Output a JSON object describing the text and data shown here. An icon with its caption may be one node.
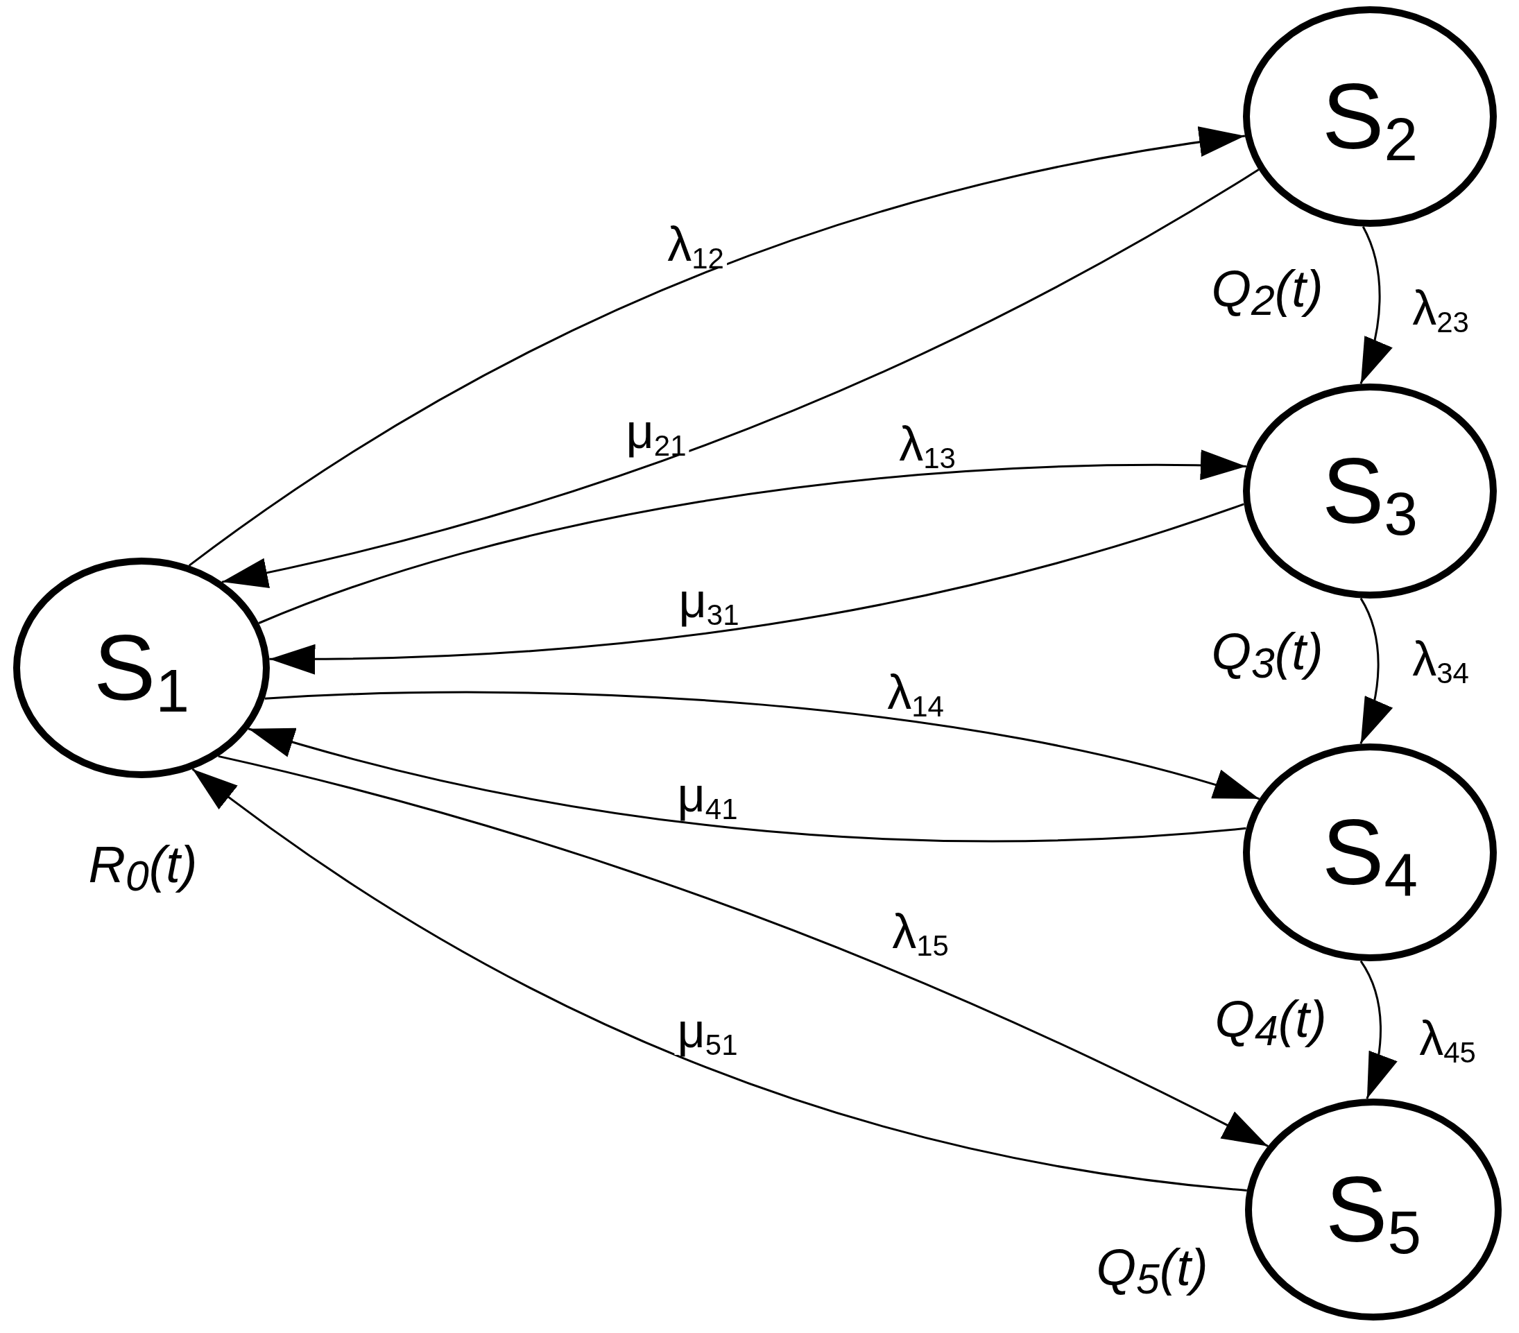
{
  "diagram": {
    "nodes": [
      {
        "text": [
          "S$_{1}$"
        ],
        "beside": [
          "R$_{0}$(t)"
        ]
      },
      {
        "text": [
          "S$_{2}$"
        ],
        "beside": [
          "Q$_{2}$(t)"
        ]
      },
      {
        "text": [
          "S$_{3}$"
        ],
        "beside": [
          "Q$_{3}$(t)"
        ]
      },
      {
        "text": [
          "S$_{4}$"
        ],
        "beside": [
          "Q$_{4}$(t)"
        ]
      },
      {
        "text": [
          "S$_{5}$"
        ],
        "beside": [
          "Q$_{5}$(t)"
        ]
      }
    ],
    "edges": [
      {
        "from": 0,
        "to": 1,
        "arrow": "to",
        "label": "λ$_{12}$"
      },
      {
        "from": 1,
        "to": 0,
        "arrow": "to",
        "label": "μ$_{21}$"
      },
      {
        "from": 0,
        "to": 2,
        "arrow": "to",
        "label": "λ$_{13}$"
      },
      {
        "from": 2,
        "to": 0,
        "arrow": "to",
        "label": "μ$_{31}$"
      },
      {
        "from": 0,
        "to": 3,
        "arrow": "to",
        "label": "λ$_{14}$"
      },
      {
        "from": 3,
        "to": 0,
        "arrow": "to",
        "label": "μ$_{41}$"
      },
      {
        "from": 0,
        "to": 4,
        "arrow": "to",
        "label": "λ$_{15}$"
      },
      {
        "from": 4,
        "to": 0,
        "arrow": "to",
        "label": "μ$_{51}$"
      },
      {
        "from": 1,
        "to": 2,
        "arrow": "to",
        "label": "λ$_{23}$"
      },
      {
        "from": 2,
        "to": 3,
        "arrow": "to",
        "label": "λ$_{34}$"
      },
      {
        "from": 3,
        "to": 4,
        "arrow": "to",
        "label": "λ$_{45}$"
      }
    ]
  }
}
